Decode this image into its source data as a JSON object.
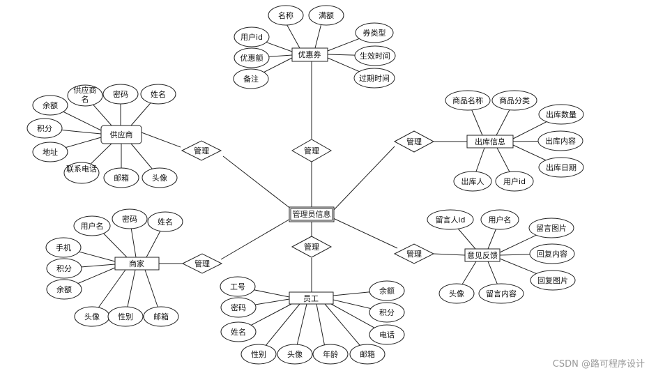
{
  "diagram": {
    "entities": {
      "admin": "管理员信息",
      "coupon": "优惠券",
      "supplier": "供应商",
      "outbound": "出库信息",
      "merchant": "商家",
      "feedback": "意见反馈",
      "employee": "员工"
    },
    "relations": {
      "supplier": "管理",
      "coupon": "管理",
      "outbound": "管理",
      "merchant": "管理",
      "employee": "管理",
      "feedback": "管理"
    },
    "attributes": {
      "coupon": [
        "名称",
        "满额",
        "用户id",
        "券类型",
        "优惠额",
        "生效时间",
        "备注",
        "过期时间"
      ],
      "supplier": [
        "供应商名",
        "密码",
        "姓名",
        "余额",
        "积分",
        "地址",
        "联系电话",
        "邮箱",
        "头像"
      ],
      "outbound": [
        "商品名称",
        "商品分类",
        "出库数量",
        "出库内容",
        "出库日期",
        "出库人",
        "用户id"
      ],
      "merchant": [
        "用户名",
        "密码",
        "姓名",
        "手机",
        "积分",
        "余额",
        "头像",
        "性别",
        "邮箱"
      ],
      "feedback": [
        "留言人id",
        "用户名",
        "留言图片",
        "回复内容",
        "回复图片",
        "头像",
        "留言内容"
      ],
      "employee": [
        "工号",
        "密码",
        "姓名",
        "性别",
        "头像",
        "年龄",
        "邮箱",
        "余额",
        "积分",
        "电话"
      ]
    }
  },
  "watermark": "CSDN @路可程序设计"
}
